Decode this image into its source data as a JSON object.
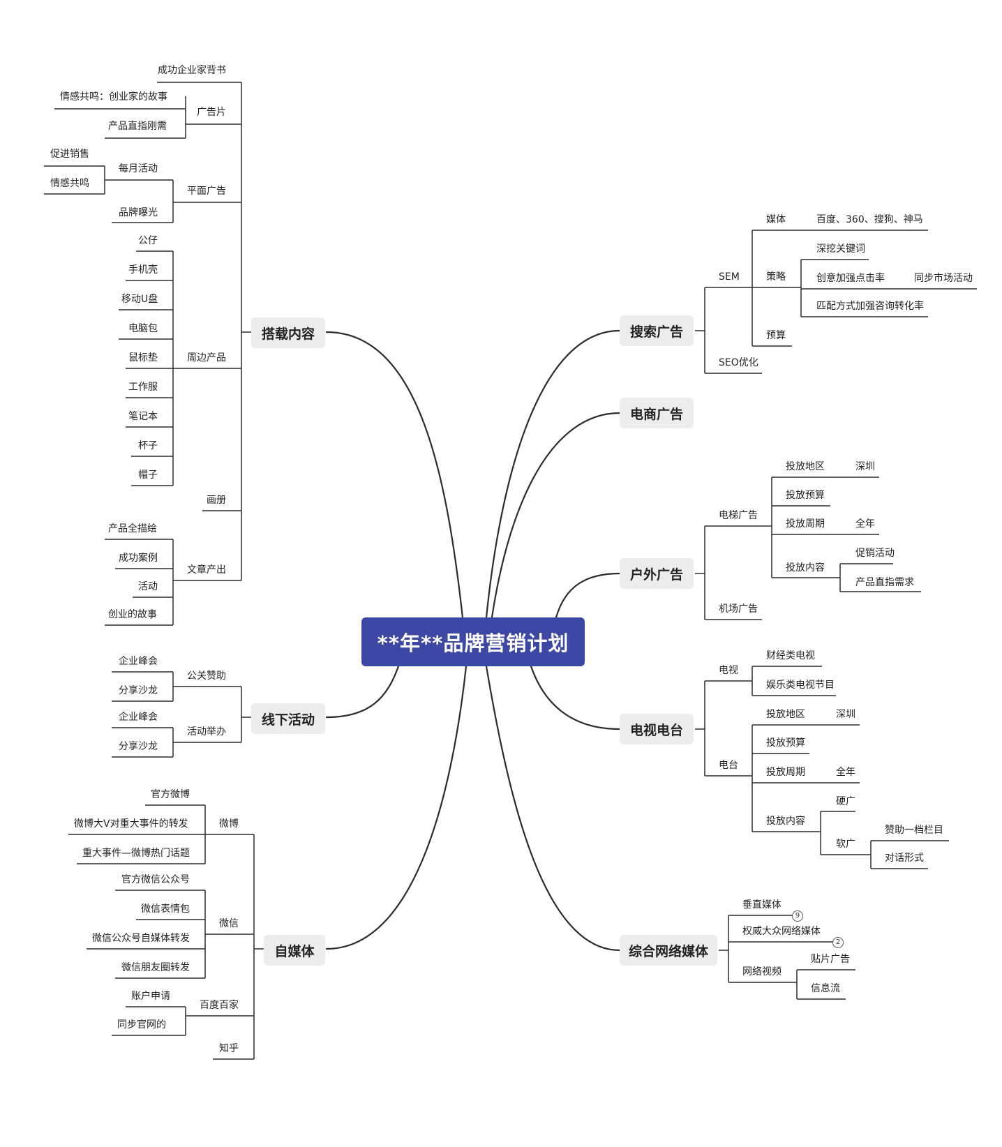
{
  "root": "**年**品牌营销计划",
  "left": {
    "content": {
      "label": "搭载内容",
      "ad_film": {
        "label": "广告片",
        "items": [
          "成功企业家背书",
          "情感共鸣：创业家的故事",
          "产品直指刚需"
        ]
      },
      "print_ad": {
        "label": "平面广告",
        "monthly": {
          "label": "每月活动",
          "items": [
            "促进销售",
            "情感共鸣"
          ]
        },
        "exposure": "品牌曝光"
      },
      "merch": {
        "label": "周边产品",
        "items": [
          "公仔",
          "手机壳",
          "移动U盘",
          "电脑包",
          "鼠标垫",
          "工作服",
          "笔记本",
          "杯子",
          "帽子"
        ]
      },
      "album": "画册",
      "articles": {
        "label": "文章产出",
        "items": [
          "产品全描绘",
          "成功案例",
          "活动",
          "创业的故事"
        ]
      }
    },
    "offline": {
      "label": "线下活动",
      "sponsor": {
        "label": "公关赞助",
        "items": [
          "企业峰会",
          "分享沙龙"
        ]
      },
      "host": {
        "label": "活动举办",
        "items": [
          "企业峰会",
          "分享沙龙"
        ]
      }
    },
    "selfmedia": {
      "label": "自媒体",
      "weibo": {
        "label": "微博",
        "items": [
          "官方微博",
          "微博大V对重大事件的转发",
          "重大事件—微博热门话题"
        ]
      },
      "wechat": {
        "label": "微信",
        "items": [
          "官方微信公众号",
          "微信表情包",
          "微信公众号自媒体转发",
          "微信朋友圈转发"
        ]
      },
      "baidu": {
        "label": "百度百家",
        "items": [
          "账户申请",
          "同步官网的"
        ]
      },
      "zhihu": "知乎"
    }
  },
  "right": {
    "search": {
      "label": "搜索广告",
      "sem": {
        "label": "SEM",
        "media": {
          "label": "媒体",
          "value": "百度、360、搜狗、神马"
        },
        "strategy": {
          "label": "策略",
          "items": [
            "深挖关键词",
            "创意加强点击率",
            "匹配方式加强咨询转化率"
          ],
          "extra": "同步市场活动"
        },
        "budget": "预算"
      },
      "seo": "SEO优化"
    },
    "ecommerce": {
      "label": "电商广告"
    },
    "outdoor": {
      "label": "户外广告",
      "elevator": {
        "label": "电梯广告",
        "region": {
          "label": "投放地区",
          "value": "深圳"
        },
        "budget": "投放预算",
        "period": {
          "label": "投放周期",
          "value": "全年"
        },
        "content": {
          "label": "投放内容",
          "items": [
            "促销活动",
            "产品直指需求"
          ]
        }
      },
      "airport": "机场广告"
    },
    "tv": {
      "label": "电视电台",
      "television": {
        "label": "电视",
        "items": [
          "财经类电视",
          "娱乐类电视节目"
        ]
      },
      "radio": {
        "label": "电台",
        "region": {
          "label": "投放地区",
          "value": "深圳"
        },
        "budget": "投放预算",
        "period": {
          "label": "投放周期",
          "value": "全年"
        },
        "content": {
          "label": "投放内容",
          "hard": "硬广",
          "soft": {
            "label": "软广",
            "items": [
              "赞助一档栏目",
              "对话形式"
            ]
          }
        }
      }
    },
    "network": {
      "label": "综合网络媒体",
      "vertical": {
        "label": "垂直媒体",
        "badge": "9"
      },
      "authority": {
        "label": "权威大众网络媒体",
        "badge": "2"
      },
      "video": {
        "label": "网络视频",
        "items": [
          "贴片广告",
          "信息流"
        ]
      }
    }
  }
}
